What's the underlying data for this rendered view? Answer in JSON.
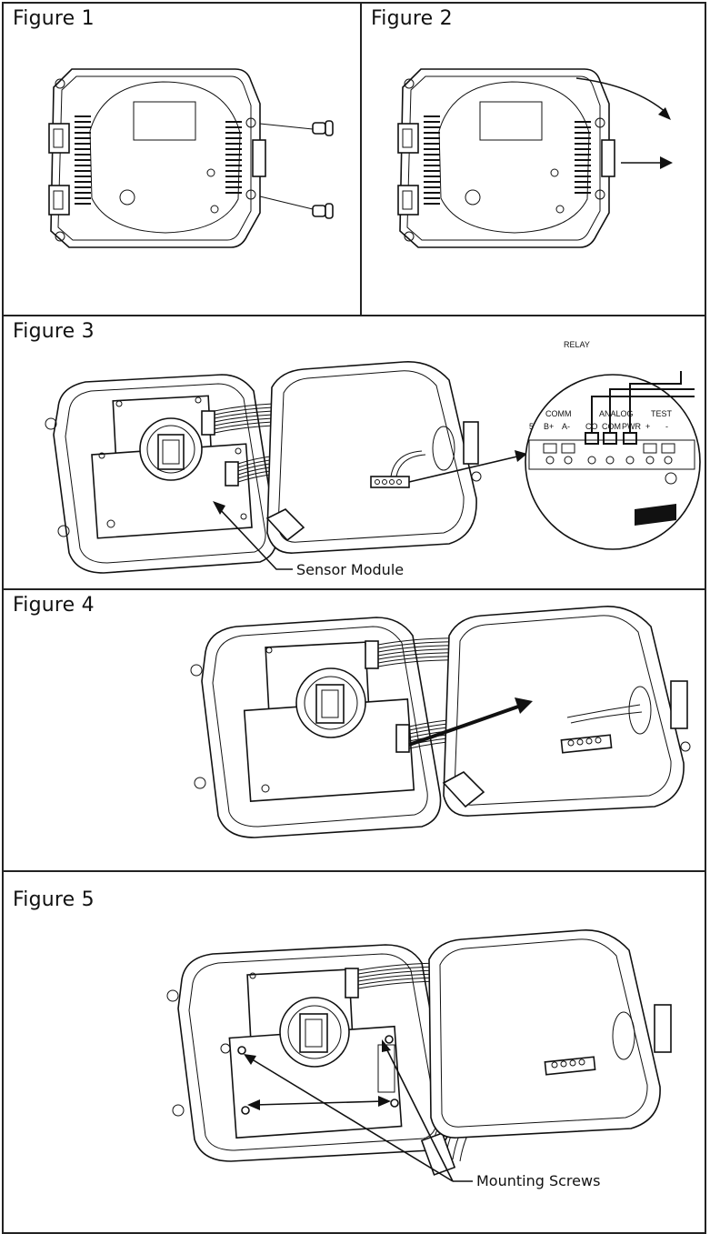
{
  "figures": {
    "fig1": {
      "title": "Figure 1"
    },
    "fig2": {
      "title": "Figure 2"
    },
    "fig3": {
      "title": "Figure 3",
      "callout": "Sensor Module",
      "inset": {
        "top_label": "RELAY",
        "comm_label": "COMM",
        "analog_label": "ANALOG",
        "test_label": "TEST",
        "terminals": [
          "5",
          "B+",
          "A-",
          "CO",
          "COM",
          "PWR",
          "+",
          "-"
        ]
      }
    },
    "fig4": {
      "title": "Figure 4"
    },
    "fig5": {
      "title": "Figure 5",
      "callout": "Mounting Screws"
    }
  }
}
